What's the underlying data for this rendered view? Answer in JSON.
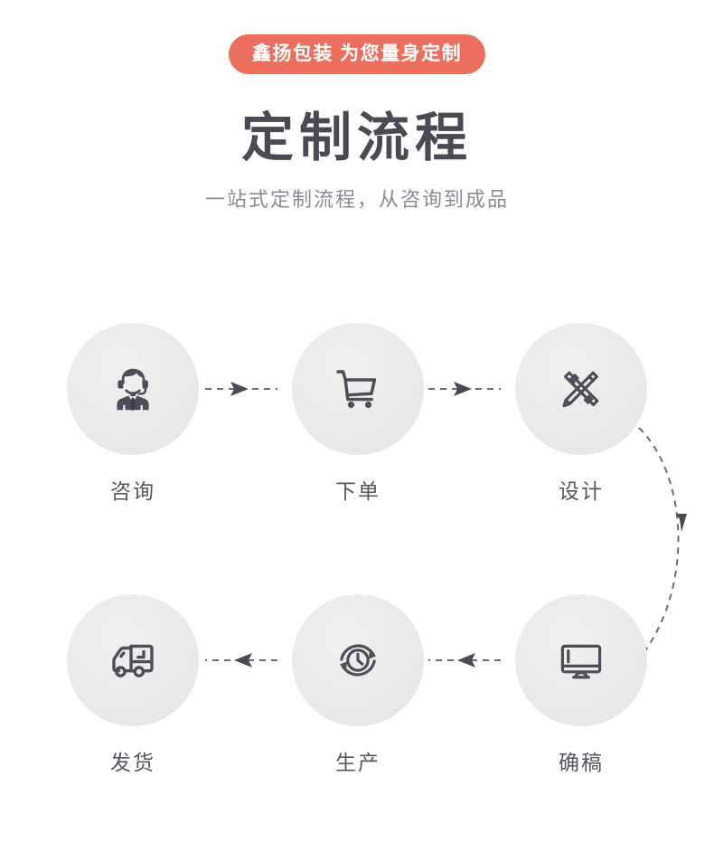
{
  "header": {
    "badge_label": "鑫扬包装 为您量身定制",
    "title": "定制流程",
    "subtitle": "一站式定制流程，从咨询到成品",
    "badge_color": "#ec6e5c",
    "title_color": "#4a4a55",
    "subtitle_color": "#8b8b94"
  },
  "flow": {
    "icon_color": "#4e4e5a",
    "bubble_color": "#eaeaea",
    "connector_color": "#6b6b76",
    "steps": [
      {
        "id": "consult",
        "icon": "headset-agent-icon",
        "label": "咨询",
        "row": 1,
        "col": 1
      },
      {
        "id": "order",
        "icon": "shopping-cart-icon",
        "label": "下单",
        "row": 1,
        "col": 2
      },
      {
        "id": "design",
        "icon": "pencil-ruler-icon",
        "label": "设计",
        "row": 1,
        "col": 3
      },
      {
        "id": "confirm",
        "icon": "monitor-icon",
        "label": "确稿",
        "row": 2,
        "col": 3
      },
      {
        "id": "produce",
        "icon": "clock-cycle-icon",
        "label": "生产",
        "row": 2,
        "col": 2
      },
      {
        "id": "shipping",
        "icon": "delivery-truck-icon",
        "label": "发货",
        "row": 2,
        "col": 1
      }
    ],
    "connectors": [
      {
        "id": "consult-to-order",
        "from": "consult",
        "to": "order",
        "style": "dashed",
        "direction": "right"
      },
      {
        "id": "order-to-design",
        "from": "order",
        "to": "design",
        "style": "dashed",
        "direction": "right"
      },
      {
        "id": "design-to-confirm",
        "from": "design",
        "to": "confirm",
        "style": "dashed",
        "direction": "down-curve"
      },
      {
        "id": "confirm-to-produce",
        "from": "confirm",
        "to": "produce",
        "style": "dashed",
        "direction": "left"
      },
      {
        "id": "produce-to-shipping",
        "from": "produce",
        "to": "shipping",
        "style": "dashed",
        "direction": "left"
      }
    ]
  }
}
